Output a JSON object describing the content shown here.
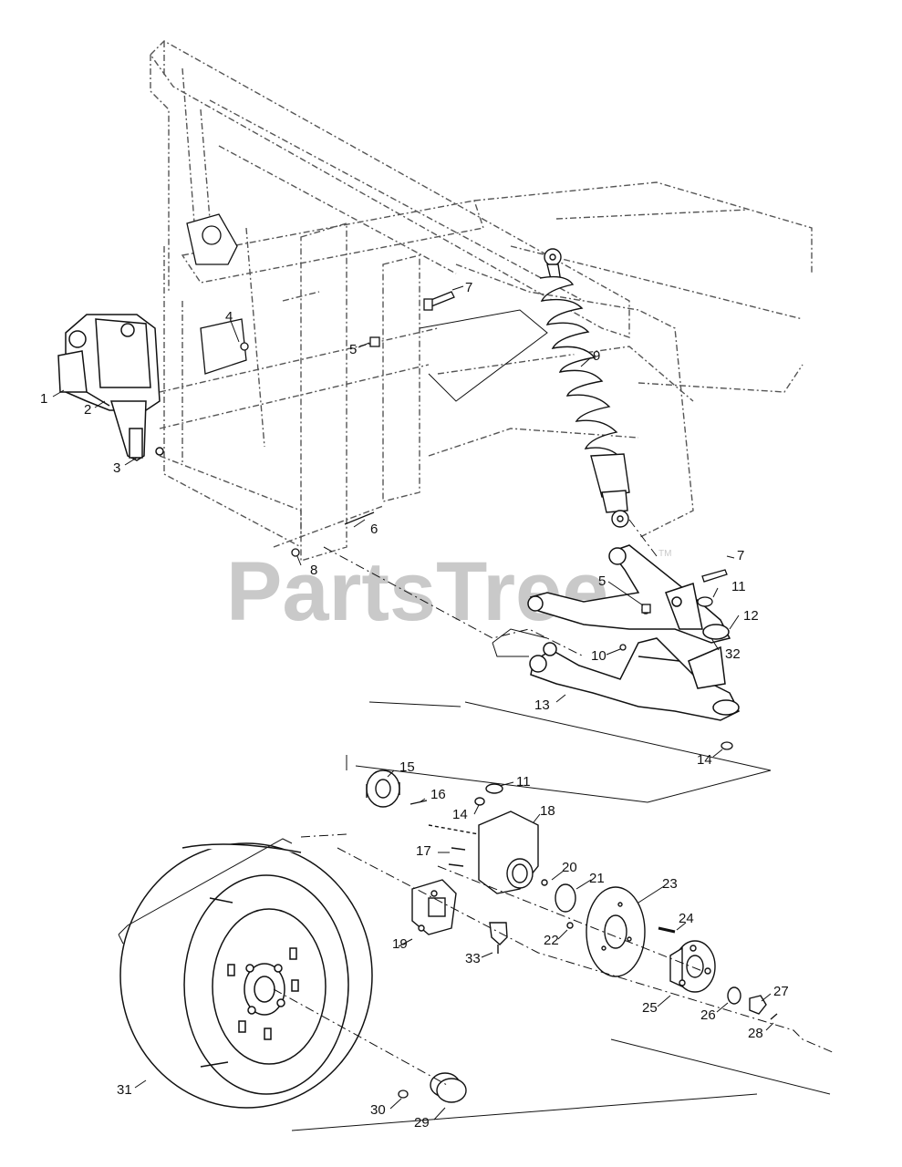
{
  "watermark": {
    "text": "PartsTree",
    "tm": "TM"
  },
  "callouts": {
    "c1": "1",
    "c2": "2",
    "c3": "3",
    "c4": "4",
    "c5a": "5",
    "c5b": "5",
    "c6": "6",
    "c7a": "7",
    "c7b": "7",
    "c8": "8",
    "c9": "9",
    "c10": "10",
    "c11a": "11",
    "c11b": "11",
    "c12": "12",
    "c13": "13",
    "c14a": "14",
    "c14b": "14",
    "c15": "15",
    "c16": "16",
    "c17": "17",
    "c18": "18",
    "c19": "19",
    "c20": "20",
    "c21": "21",
    "c22": "22",
    "c23": "23",
    "c24": "24",
    "c25": "25",
    "c26": "26",
    "c27": "27",
    "c28": "28",
    "c29": "29",
    "c30": "30",
    "c31": "31",
    "c32": "32",
    "c33": "33"
  }
}
